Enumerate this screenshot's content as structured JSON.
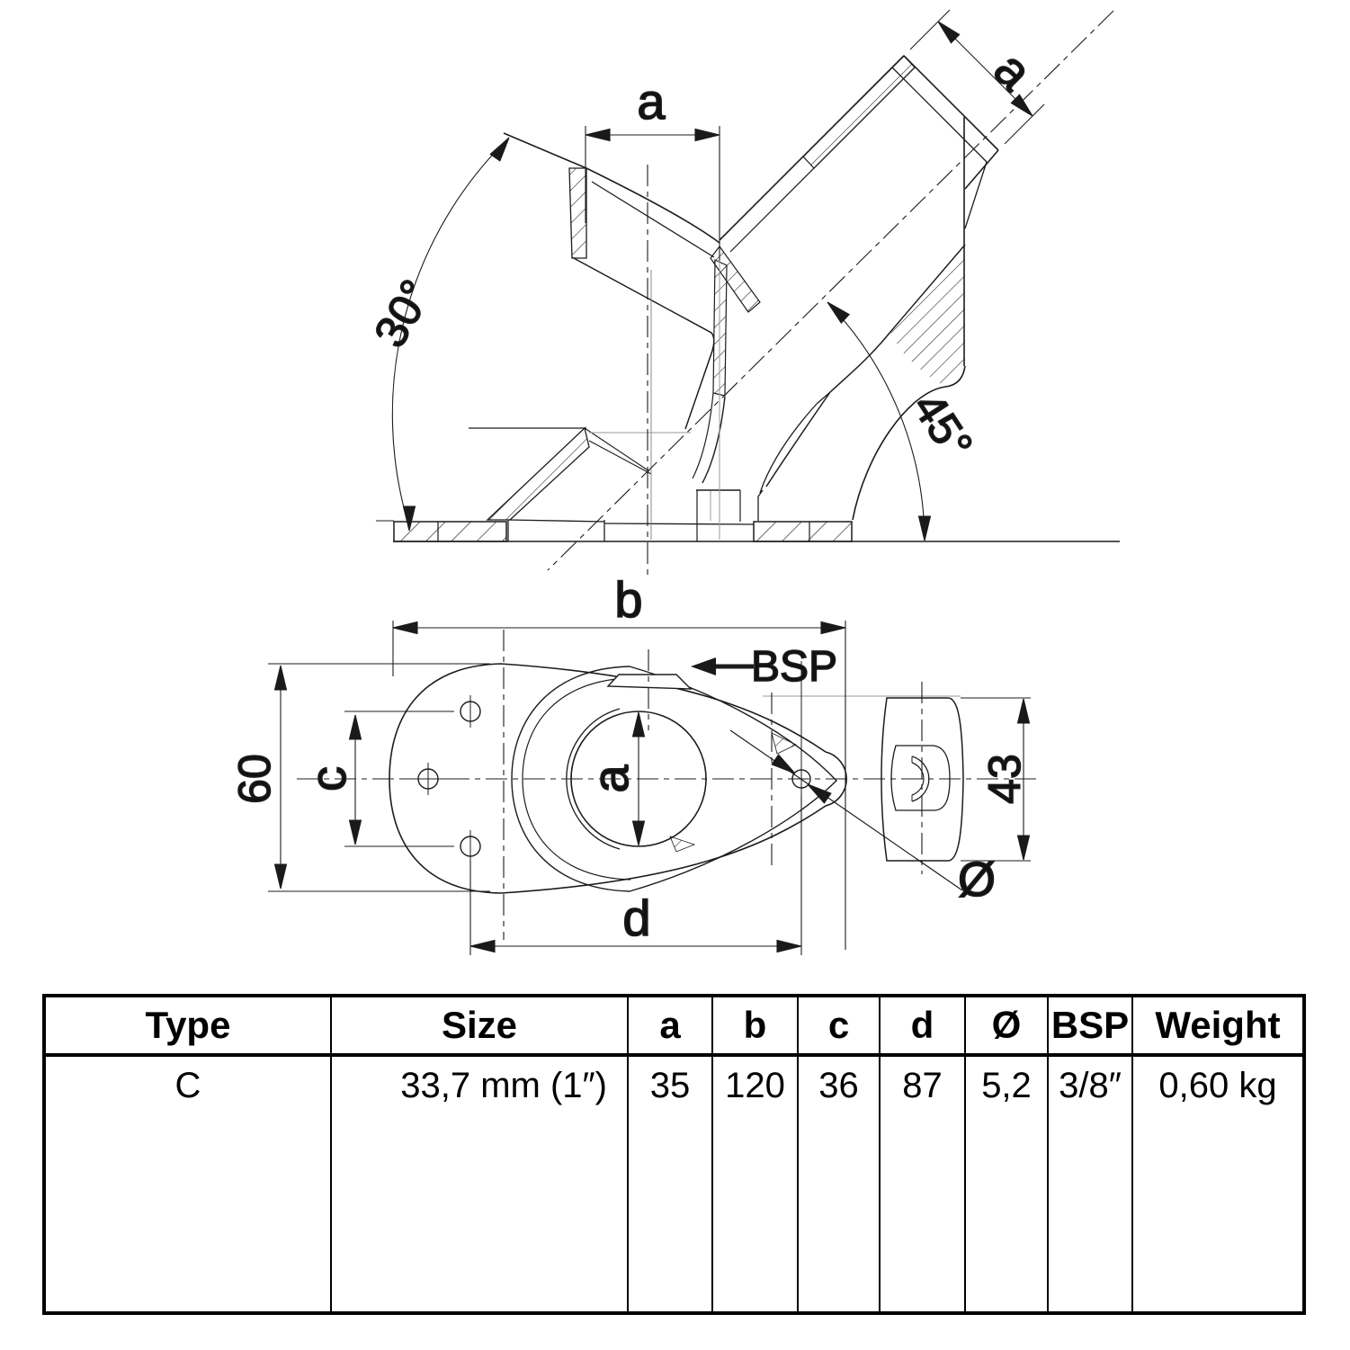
{
  "side_view": {
    "dim_a_top": "a",
    "dim_a_branch": "a",
    "angle_left": "30°",
    "angle_right": "45°"
  },
  "plan_view": {
    "dim_b": "b",
    "dim_c": "c",
    "dim_d": "d",
    "dim_a": "a",
    "dim_width": "60",
    "dim_height": "43",
    "dim_hole": "Ø",
    "thread": "BSP"
  },
  "table": {
    "headers": [
      "Type",
      "Size",
      "a",
      "b",
      "c",
      "d",
      "Ø",
      "BSP",
      "Weight"
    ],
    "row": [
      "C",
      "33,7 mm (1″)",
      "35",
      "120",
      "36",
      "87",
      "5,2",
      "3/8″",
      "0,60 kg"
    ]
  },
  "colors": {
    "line": "#1c1c1c",
    "construction": "#999999",
    "background": "#ffffff"
  }
}
